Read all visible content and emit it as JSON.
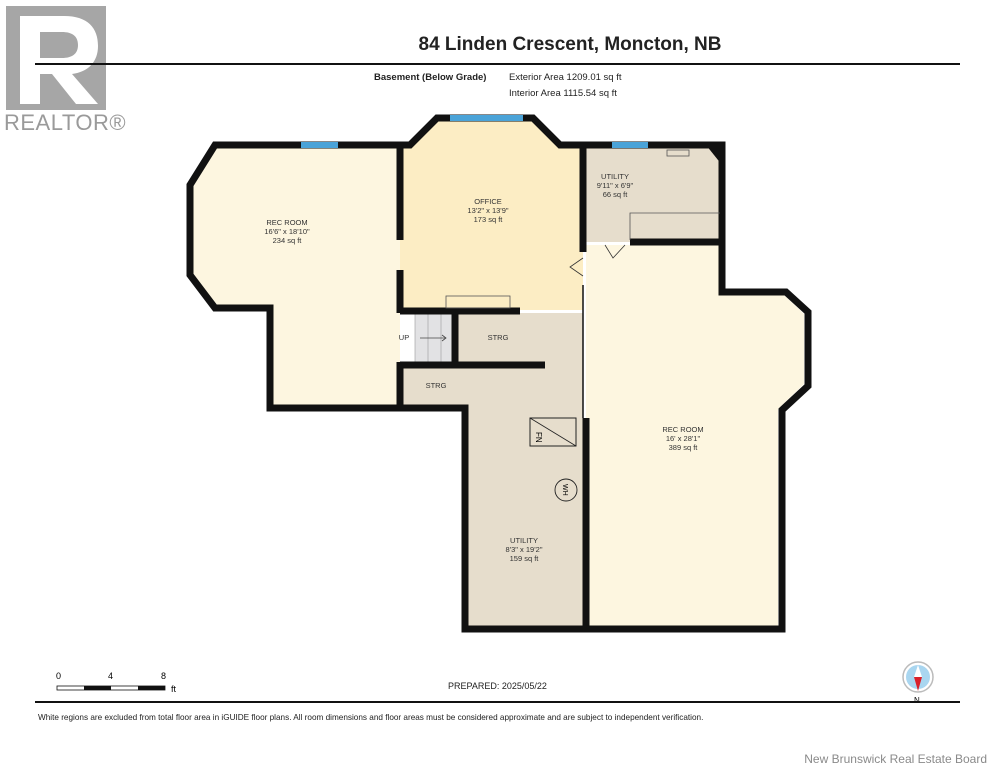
{
  "header": {
    "title": "84 Linden Crescent, Moncton, NB",
    "level": "Basement (Below Grade)",
    "exterior_area": "Exterior Area 1209.01 sq ft",
    "interior_area": "Interior Area 1115.54 sq ft"
  },
  "logo": {
    "letter": "R",
    "word": "REALTOR®"
  },
  "rooms": [
    {
      "name": "REC ROOM",
      "dims": "16'6\" x 18'10\"",
      "area": "234 sq ft"
    },
    {
      "name": "OFFICE",
      "dims": "13'2\" x 13'9\"",
      "area": "173 sq ft"
    },
    {
      "name": "UTILITY",
      "dims": "9'11\" x 6'9\"",
      "area": "66 sq ft"
    },
    {
      "name": "REC ROOM",
      "dims": "16' x 28'1\"",
      "area": "389 sq ft"
    },
    {
      "name": "UTILITY",
      "dims": "8'3\" x 19'2\"",
      "area": "159 sq ft"
    }
  ],
  "labels": {
    "strg1": "STRG",
    "strg2": "STRG",
    "up": "UP",
    "furnace": "FN",
    "water_heater": "WH"
  },
  "scale": {
    "ticks": [
      "0",
      "4",
      "8"
    ],
    "unit": "ft"
  },
  "compass": {
    "label": "N"
  },
  "footer": {
    "prepared": "PREPARED: 2025/05/22",
    "disclaimer": "White regions are excluded from total floor area in iGUIDE floor plans. All room dimensions and floor areas must be considered approximate and are subject to independent verification.",
    "board": "New Brunswick Real Estate Board"
  },
  "colors": {
    "rec": "#fdf6e0",
    "office": "#fcedc4",
    "utility": "#e6ddcc",
    "wall": "#111111",
    "window": "#4aa3d8"
  }
}
